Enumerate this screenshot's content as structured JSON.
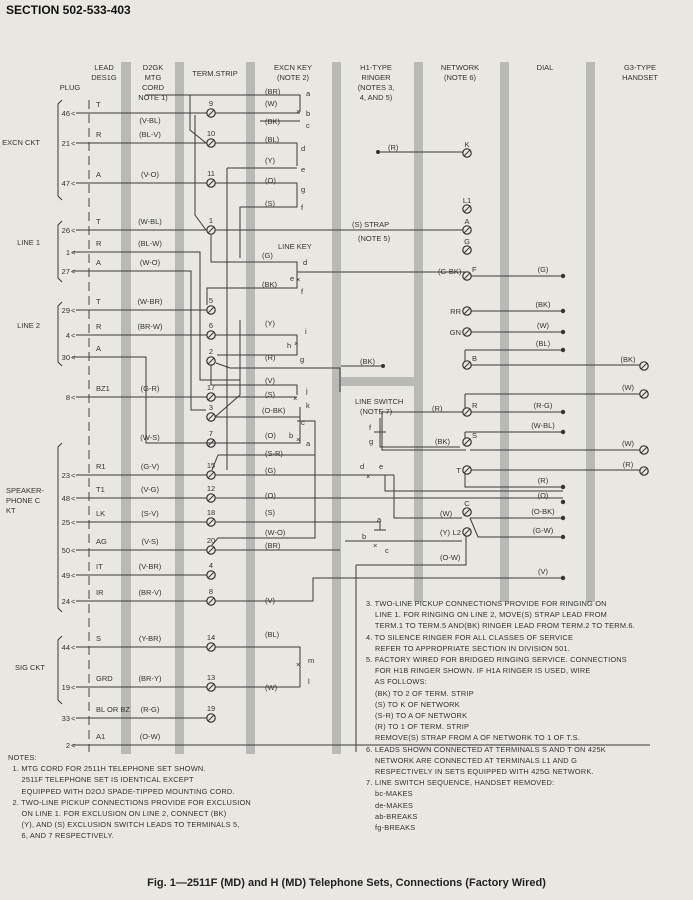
{
  "section": "SECTION 502-533-403",
  "headers": {
    "plug": "PLUG",
    "lead": [
      "LEAD",
      "DES1G"
    ],
    "cord": [
      "D2GK",
      "MTG",
      "CORD",
      "NOTE 1)"
    ],
    "term_strip": "TERM.STRIP",
    "excn_key": [
      "EXCN KEY",
      "(NOTE 2)"
    ],
    "ringer": [
      "H1-TYPE",
      "RINGER",
      "(NOTES 3,",
      "4, AND 5)"
    ],
    "network": [
      "NETWORK",
      "(NOTE 6)"
    ],
    "dial": "DIAL",
    "handset": [
      "G3-TYPE",
      "HANDSET"
    ]
  },
  "groups": [
    "EXCN CKT",
    "LINE 1",
    "LINE 2",
    "SPEAKER-PHONE CKT",
    "SIG CKT"
  ],
  "plug_rows": [
    {
      "pin": "46",
      "lead": "T",
      "cord": "(V-BL)",
      "term": "9"
    },
    {
      "pin": "21",
      "lead": "R",
      "cord": "(BL-V)",
      "term": "10"
    },
    {
      "pin": "47",
      "lead": "A",
      "cord": "(V-O)",
      "term": "11"
    },
    {
      "pin": "26",
      "lead": "T",
      "cord": "(W-BL)",
      "term": "1"
    },
    {
      "pin": "1",
      "lead": "R",
      "cord": "(BL-W)",
      "term": ""
    },
    {
      "pin": "27",
      "lead": "A",
      "cord": "(W-O)",
      "term": ""
    },
    {
      "pin": "29",
      "lead": "T",
      "cord": "(W-BR)",
      "term": "5"
    },
    {
      "pin": "4",
      "lead": "R",
      "cord": "(BR-W)",
      "term": "6"
    },
    {
      "pin": "30",
      "lead": "A",
      "cord": "",
      "term": ""
    },
    {
      "pin": "8",
      "lead": "BZ1",
      "cord": "(G-R)",
      "term": "17"
    },
    {
      "pin": "23",
      "lead": "R1",
      "cord": "(G-V)",
      "term": "15"
    },
    {
      "pin": "48",
      "lead": "T1",
      "cord": "(V-G)",
      "term": "12"
    },
    {
      "pin": "25",
      "lead": "LK",
      "cord": "(S-V)",
      "term": "18"
    },
    {
      "pin": "50",
      "lead": "AG",
      "cord": "(V-S)",
      "term": "20"
    },
    {
      "pin": "49",
      "lead": "IT",
      "cord": "(V-BR)",
      "term": "4"
    },
    {
      "pin": "24",
      "lead": "IR",
      "cord": "(BR-V)",
      "term": "8"
    },
    {
      "pin": "44",
      "lead": "S",
      "cord": "(Y-BR)",
      "term": "14"
    },
    {
      "pin": "19",
      "lead": "GRD",
      "cord": "(BR-Y)",
      "term": "13"
    },
    {
      "pin": "33",
      "lead": "BL OR BZ",
      "cord": "(R-G)",
      "term": "19"
    },
    {
      "pin": "2",
      "lead": "A1",
      "cord": "(O-W)",
      "term": ""
    }
  ],
  "extra_terms": [
    {
      "term": "2"
    },
    {
      "term": "3"
    },
    {
      "term": "7",
      "cord": "(W-S)"
    }
  ],
  "excn_key_labels": [
    "(BR)",
    "(W)",
    "(BK)",
    "(BL)",
    "(Y)",
    "(O)",
    "(S)",
    "(G)",
    "LINE KEY",
    "(BK)",
    "(Y)",
    "(R)",
    "(V)",
    "(S)",
    "(O-BK)",
    "(O)",
    "(S-R)",
    "(G)",
    "(O)",
    "(S)",
    "(W-O)",
    "(BR)",
    "(V)",
    "(BL)",
    "(W)"
  ],
  "contact_letters": [
    "a",
    "b",
    "c",
    "d",
    "e",
    "g",
    "f",
    "d",
    "e",
    "f",
    "i",
    "h",
    "g",
    "j",
    "k",
    "c",
    "b",
    "a",
    "m",
    "l"
  ],
  "ringer": {
    "r_label": "(R)",
    "strap": "(S) STRAP",
    "strap_note": "(NOTE 5)",
    "bk_label": "(BK)"
  },
  "network_terms": [
    "K",
    "L1",
    "A",
    "G",
    "F",
    "RR",
    "GN",
    "B",
    "R",
    "S",
    "T",
    "C",
    "L2"
  ],
  "network_labels": [
    "(G-BK)"
  ],
  "dial_labels": [
    "(G)",
    "(BK)",
    "(W)",
    "(BL)",
    "(R-G)",
    "(W-BL)",
    "(R)",
    "(O)",
    "(O-BK)",
    "(G-W)",
    "(V)"
  ],
  "handset_labels": [
    "(BK)",
    "(W)",
    "(W)",
    "(R)"
  ],
  "line_switch": {
    "title": "LINE SWITCH",
    "note": "(NOTE 7)",
    "letters": [
      "f",
      "g",
      "d",
      "e",
      "a",
      "b",
      "c"
    ],
    "labels": [
      "(R)",
      "(BK)",
      "(W)",
      "(Y)",
      "(O-W)"
    ]
  },
  "notes_left": [
    "NOTES:",
    "  1. MTG CORD FOR 2511H TELEPHONE SET SHOWN.",
    "      2511F TELEPHONE SET IS IDENTICAL EXCEPT",
    "      EQUIPPED WITH D2OJ SPADE-TIPPED MOUNTING CORD.",
    "  2. TWO-LINE PICKUP CONNECTIONS PROVIDE FOR EXCLUSION",
    "      ON LINE 1. FOR EXCLUSION ON LINE 2, CONNECT (BK)",
    "      (Y), AND (S) EXCLUSION SWITCH LEADS TO TERMINALS 5,",
    "      6, AND 7 RESPECTIVELY."
  ],
  "notes_right": [
    "3. TWO-LINE PICKUP CONNECTIONS PROVIDE FOR RINGING ON",
    "    LINE 1. FOR RINGING ON LINE 2, MOVE(S) STRAP LEAD FROM",
    "    TERM.1 TO TERM.5 AND(BK) RINGER LEAD FROM TERM.2 TO TERM.6.",
    "4. TO SILENCE RINGER FOR ALL CLASSES OF SERVICE",
    "    REFER TO APPROPRIATE SECTION IN DIVISION 501.",
    "5. FACTORY WIRED FOR BRIDGED RINGING SERVICE. CONNECTIONS",
    "    FOR H1B RINGER SHOWN. IF H1A RINGER IS USED, WIRE",
    "    AS FOLLOWS:",
    "    (BK) TO 2 OF TERM. STRIP",
    "    (S) TO K OF NETWORK",
    "    (S-R) TO A OF NETWORK",
    "    (R) TO 1 OF TERM. STRIP",
    "    REMOVE(S) STRAP FROM A OF NETWORK TO 1 OF T.S.",
    "6. LEADS SHOWN CONNECTED AT TERMINALS S AND T ON 425K",
    "    NETWORK ARE CONNECTED AT TERMINALS L1 AND G",
    "    RESPECTIVELY IN SETS EQUIPPED WITH 425G NETWORK.",
    "7. LINE SWITCH SEQUENCE, HANDSET REMOVED:",
    "    bc-MAKES",
    "    de-MAKES",
    "    ab-BREAKS",
    "    fg-BREAKS"
  ],
  "caption": "Fig. 1—2511F (MD) and H (MD) Telephone Sets, Connections (Factory Wired)"
}
